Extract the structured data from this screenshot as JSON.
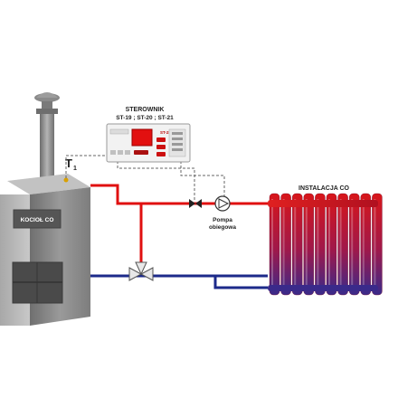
{
  "controller": {
    "title": "STEROWNIK",
    "models": "ST-19 ; ST-20 ; ST-21",
    "badge": "ST-21"
  },
  "sensor_label": "T",
  "sensor_subscript": "1",
  "boiler_label": "KOCIOŁ CO",
  "pump_label_line1": "Pompa",
  "pump_label_line2": "obiegowa",
  "installation_label": "INSTALACJA CO",
  "colors": {
    "supply_pipe": "#e01010",
    "return_pipe": "#1c2a8a",
    "boiler_body": "#8c8c8c",
    "radiator_hot": "#d21a1a",
    "radiator_cold": "#3a2a8a",
    "signal_wire": "#666666"
  }
}
